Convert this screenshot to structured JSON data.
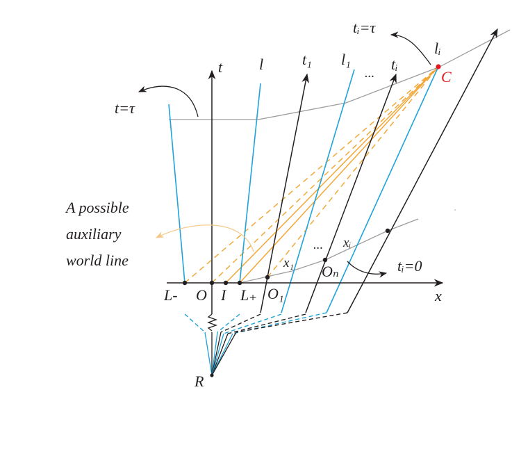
{
  "colors": {
    "black": "#231f20",
    "blue": "#1fa3d9",
    "gray": "#9d9d9d",
    "orange": "#f2a838",
    "light_orange": "#f6c98a",
    "red": "#e11b22"
  },
  "labels": {
    "t_axis": "t",
    "x_axis": "x",
    "l": "l",
    "t1": "t₁",
    "l1": "l₁",
    "dots_top": "...",
    "ti": "tᵢ",
    "li": "lᵢ",
    "c_point": "C",
    "ti_tau": "tᵢ=τ",
    "t_tau": "t=τ",
    "caption_line1": "A possible",
    "caption_line2": "auxiliary",
    "caption_line3": "world line",
    "x1": "x₁",
    "dots_mid": "...",
    "xi": "xᵢ",
    "on": "Oₙ",
    "ti_zero": "tᵢ=0",
    "l_minus": "L-",
    "o": "O",
    "i": "I",
    "l_plus": "L₊",
    "o1": "O₁",
    "r": "R"
  }
}
